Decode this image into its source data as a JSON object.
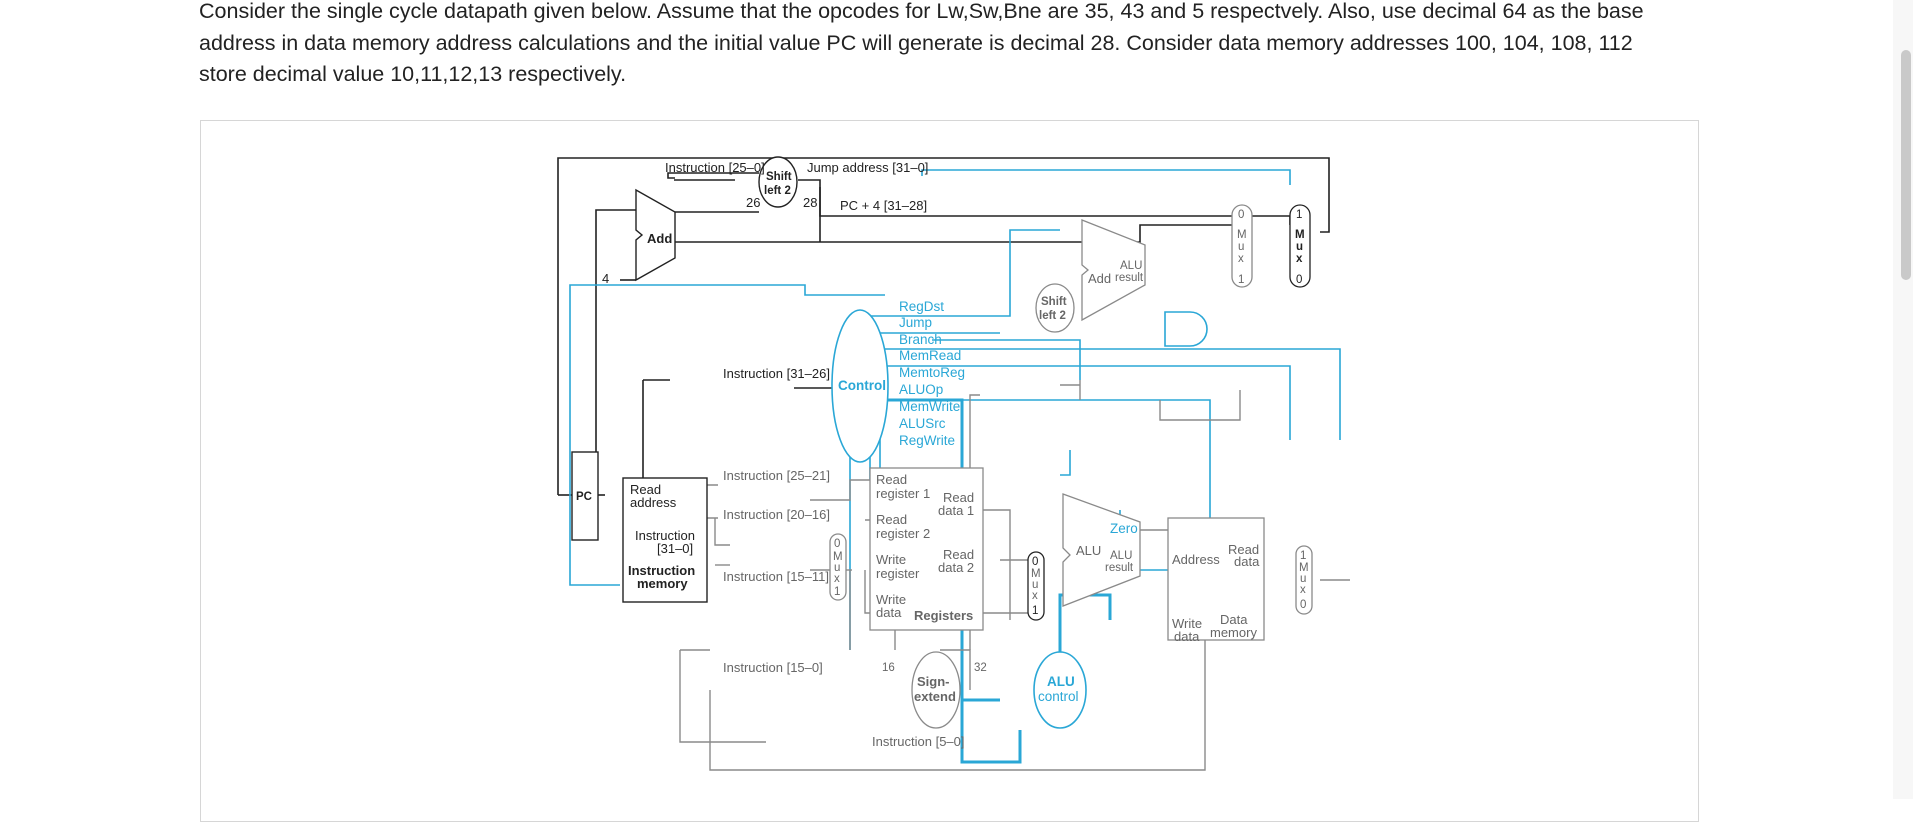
{
  "question": {
    "text": "Consider the single cycle datapath given below. Assume that the opcodes for Lw,Sw,Bne are 35, 43 and 5 respectvely. Also, use decimal 64 as the base address in data memory address calculations and the initial value PC will generate is decimal 28. Consider data memory addresses 100, 104, 108, 112 store decimal value 10,11,12,13 respectively."
  },
  "diagram": {
    "instr_25_0": "Instruction [25–0]",
    "shift_left": "Shift",
    "shift_left2": "left 2",
    "jump_address": "Jump address [31–0]",
    "n26": "26",
    "n28": "28",
    "pc4": "PC + 4 [31–28]",
    "add": "Add",
    "four": "4",
    "alu_result_top": "ALU",
    "result": "result",
    "mux_m": "M",
    "mux_u": "u",
    "mux_x": "x",
    "zero_d": "0",
    "one_d": "1",
    "control_signals": [
      "RegDst",
      "Jump",
      "Branch",
      "MemRead",
      "MemtoReg",
      "ALUOp",
      "MemWrite",
      "ALUSrc",
      "RegWrite"
    ],
    "instr_31_26": "Instruction [31–26]",
    "control": "Control",
    "pc": "PC",
    "read_address_1": "Read",
    "read_address_2": "address",
    "instruction_label": "Instruction",
    "instr_31_0": "[31–0]",
    "imem_1": "Instruction",
    "imem_2": "memory",
    "instr_25_21": "Instruction [25–21]",
    "instr_20_16": "Instruction [20–16]",
    "instr_15_11": "Instruction [15–11]",
    "instr_15_0": "Instruction [15–0]",
    "instr_5_0": "Instruction [5–0]",
    "read_reg1_a": "Read",
    "read_reg1_b": "register 1",
    "read_reg2_a": "Read",
    "read_reg2_b": "register 2",
    "write_reg_a": "Write",
    "write_reg_b": "register",
    "write_data_a": "Write",
    "write_data_b": "data",
    "registers": "Registers",
    "read_data1_a": "Read",
    "read_data1_b": "data 1",
    "read_data2_a": "Read",
    "read_data2_b": "data 2",
    "n16": "16",
    "n32": "32",
    "sign": "Sign-",
    "extend": "extend",
    "alu": "ALU",
    "zero": "Zero",
    "alu_ctrl_1": "ALU",
    "alu_ctrl_2": "control",
    "address": "Address",
    "dm_read_a": "Read",
    "dm_read_b": "data",
    "dm_write_a": "Write",
    "dm_write_b": "data",
    "data_mem_a": "Data",
    "data_mem_b": "memory"
  },
  "colors": {
    "control_path": "#2aa7d6",
    "datapath": "#222222",
    "faded": "#8a8a8a"
  }
}
